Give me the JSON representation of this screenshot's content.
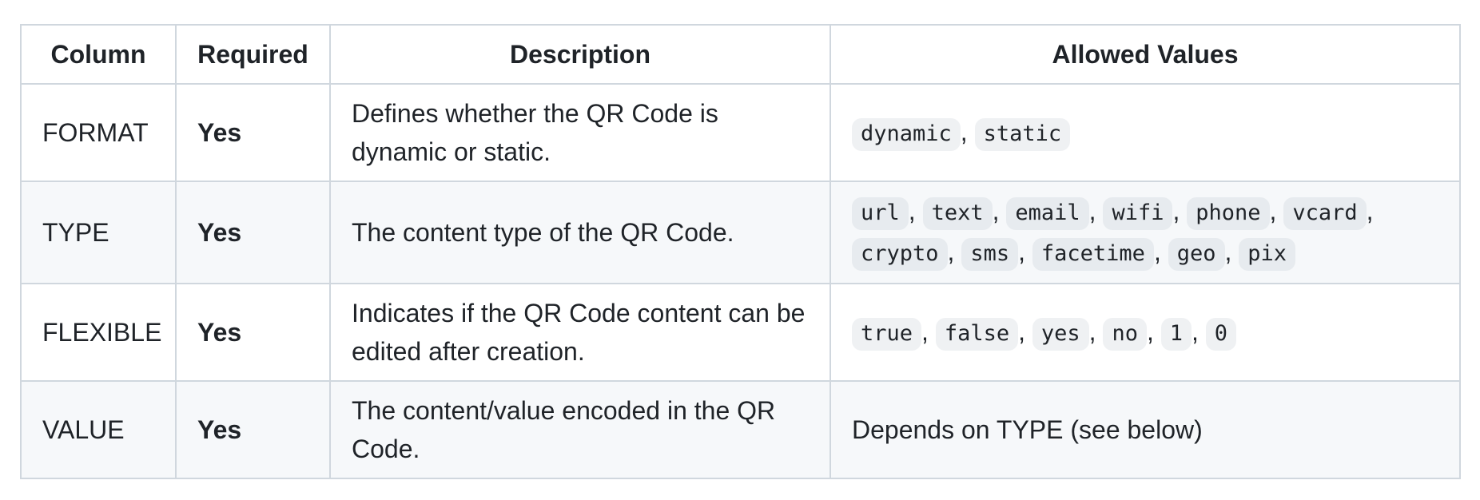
{
  "colors": {
    "text": "#1f2328",
    "border": "#d0d7de",
    "row_stripe": "#f6f8fa",
    "page_bg": "#ffffff"
  },
  "table": {
    "headers": {
      "column": "Column",
      "required": "Required",
      "description": "Description",
      "allowed_values": "Allowed Values"
    },
    "code_separator": ", ",
    "rows": [
      {
        "column": "FORMAT",
        "required": "Yes",
        "description": "Defines whether the QR Code is dynamic or static.",
        "allowed_codes": [
          "dynamic",
          "static"
        ]
      },
      {
        "column": "TYPE",
        "required": "Yes",
        "description": "The content type of the QR Code.",
        "allowed_codes": [
          "url",
          "text",
          "email",
          "wifi",
          "phone",
          "vcard",
          "crypto",
          "sms",
          "facetime",
          "geo",
          "pix"
        ]
      },
      {
        "column": "FLEXIBLE",
        "required": "Yes",
        "description": "Indicates if the QR Code content can be edited after creation.",
        "allowed_codes": [
          "true",
          "false",
          "yes",
          "no",
          "1",
          "0"
        ]
      },
      {
        "column": "VALUE",
        "required": "Yes",
        "description": "The content/value encoded in the QR Code.",
        "allowed_text": "Depends on TYPE (see below)"
      }
    ]
  }
}
